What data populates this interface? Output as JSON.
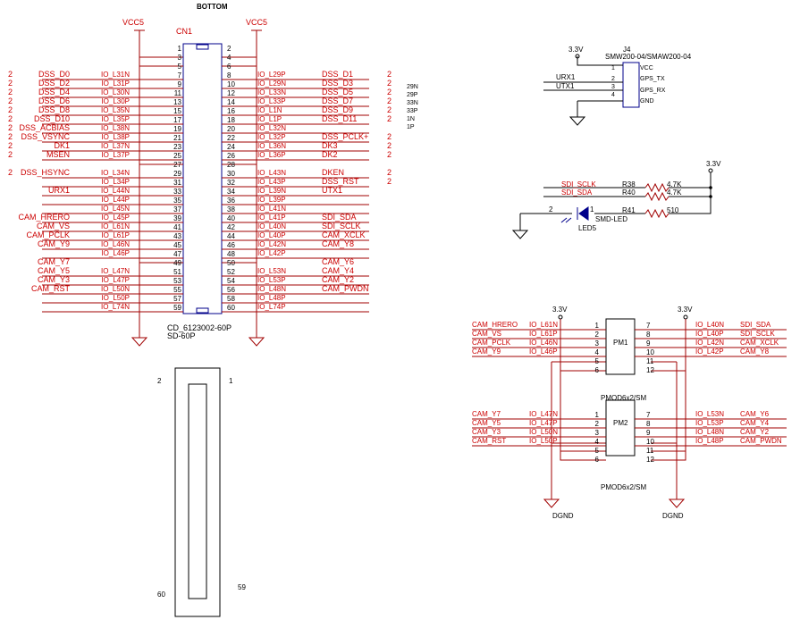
{
  "title": "BOTTOM",
  "cn1": {
    "ref": "CN1",
    "part": "CD_6123002-60P",
    "footprint": "SD-60P",
    "vcc_left": "VCC5",
    "vcc_right": "VCC5",
    "pins": [
      [
        "1",
        "2"
      ],
      [
        "3",
        "4"
      ],
      [
        "5",
        "6"
      ],
      [
        "7",
        "8"
      ],
      [
        "9",
        "10"
      ],
      [
        "11",
        "12"
      ],
      [
        "13",
        "14"
      ],
      [
        "15",
        "16"
      ],
      [
        "17",
        "18"
      ],
      [
        "19",
        "20"
      ],
      [
        "21",
        "22"
      ],
      [
        "23",
        "24"
      ],
      [
        "25",
        "26"
      ],
      [
        "27",
        "28"
      ],
      [
        "29",
        "30"
      ],
      [
        "31",
        "32"
      ],
      [
        "33",
        "34"
      ],
      [
        "35",
        "36"
      ],
      [
        "37",
        "38"
      ],
      [
        "39",
        "40"
      ],
      [
        "41",
        "42"
      ],
      [
        "43",
        "44"
      ],
      [
        "45",
        "46"
      ],
      [
        "47",
        "48"
      ],
      [
        "49",
        "50"
      ],
      [
        "51",
        "52"
      ],
      [
        "53",
        "54"
      ],
      [
        "55",
        "56"
      ],
      [
        "57",
        "58"
      ],
      [
        "59",
        "60"
      ]
    ],
    "left_io": [
      "",
      "",
      "",
      "IO_L31N",
      "IO_L31P",
      "IO_L30N",
      "IO_L30P",
      "IO_L35N",
      "IO_L35P",
      "IO_L38N",
      "IO_L38P",
      "IO_L37N",
      "IO_L37P",
      "",
      "IO_L34N",
      "IO_L34P",
      "IO_L44N",
      "IO_L44P",
      "IO_L45N",
      "IO_L45P",
      "IO_L61N",
      "IO_L61P",
      "IO_L46N",
      "IO_L46P",
      "",
      "IO_L47N",
      "IO_L47P",
      "IO_L50N",
      "IO_L50P",
      "IO_L74N"
    ],
    "right_io": [
      "",
      "",
      "",
      "IO_L29P",
      "IO_L29N",
      "IO_L33N",
      "IO_L33P",
      "IO_L1N",
      "IO_L1P",
      "IO_L32N",
      "IO_L32P",
      "IO_L36N",
      "IO_L36P",
      "",
      "IO_L43N",
      "IO_L43P",
      "IO_L39N",
      "IO_L39P",
      "IO_L41N",
      "IO_L41P",
      "IO_L40N",
      "IO_L40P",
      "IO_L42N",
      "IO_L42P",
      "",
      "IO_L53N",
      "IO_L53P",
      "IO_L48N",
      "IO_L48P",
      "IO_L74P"
    ],
    "left_nets": [
      "",
      "",
      "",
      "DSS_D0",
      "DSS_D2",
      "DSS_D4",
      "DSS_D6",
      "DSS_D8",
      "DSS_D10",
      "DSS_ACBIAS",
      "DSS_VSYNC",
      "DK1",
      "MSEN",
      "",
      "DSS_HSYNC",
      "",
      "URX1",
      "",
      "",
      "CAM_HRERO",
      "CAM_VS",
      "CAM_PCLK",
      "CAM_Y9",
      "",
      "CAM_Y7",
      "CAM_Y5",
      "CAM_Y3",
      "CAM_RST",
      "",
      ""
    ],
    "left_sheet": [
      "",
      "",
      "",
      "2",
      "2",
      "2",
      "2",
      "2",
      "2",
      "2",
      "2",
      "2",
      "2",
      "",
      "2",
      "",
      "",
      "",
      "",
      "",
      "",
      "",
      "",
      "",
      "",
      "",
      "",
      "",
      "",
      ""
    ],
    "right_nets": [
      "",
      "",
      "",
      "DSS_D1",
      "DSS_D3",
      "DSS_D5",
      "DSS_D7",
      "DSS_D9",
      "DSS_D11",
      "",
      "DSS_PCLK+",
      "DK3",
      "DK2",
      "",
      "DKEN",
      "DSS_RST",
      "UTX1",
      "",
      "",
      "SDI_SDA",
      "SDI_SCLK",
      "CAM_XCLK",
      "CAM_Y8",
      "",
      "CAM_Y6",
      "CAM_Y4",
      "CAM_Y2",
      "CAM_PWDN",
      "",
      ""
    ],
    "right_sheet": [
      "",
      "",
      "",
      "2",
      "2",
      "2",
      "2",
      "2",
      "2",
      "",
      "2",
      "2",
      "2",
      "",
      "2",
      "2",
      "",
      "",
      "",
      "",
      "",
      "",
      "",
      "",
      "",
      "",
      "",
      "",
      "",
      ""
    ]
  },
  "port_list": [
    "29N",
    "29P",
    "33N",
    "33P",
    "1N",
    "1P"
  ],
  "j4": {
    "ref": "J4",
    "part": "SMW200-04/SMAW200-04",
    "supply": "3.3V",
    "pins": [
      "1",
      "2",
      "3",
      "4"
    ],
    "names": [
      "VCC",
      "GPS_TX",
      "GPS_RX",
      "GND"
    ],
    "nets": [
      "",
      "URX1",
      "UTX1",
      ""
    ]
  },
  "led": {
    "supply": "3.3V",
    "sclk": "SDI_SCLK",
    "sda": "SDI_SDA",
    "r38": "R38",
    "r38_val": "4.7K",
    "r40": "R40",
    "r40_val": "4.7K",
    "r41": "R41",
    "r41_val": "510",
    "pin2": "2",
    "pin1": "1",
    "led_part": "SMD-LED",
    "led_ref": "LED5"
  },
  "pm1": {
    "ref": "PM1",
    "part": "PMOD6x2/SM",
    "supply_left": "3.3V",
    "supply_right": "3.3V",
    "left_pins": [
      "1",
      "2",
      "3",
      "4",
      "5",
      "6"
    ],
    "right_pins": [
      "7",
      "8",
      "9",
      "10",
      "11",
      "12"
    ],
    "left_nets": [
      "CAM_HRERO",
      "CAM_VS",
      "CAM_PCLK",
      "CAM_Y9"
    ],
    "left_io": [
      "IO_L61N",
      "IO_L61P",
      "IO_L46N",
      "IO_L46P"
    ],
    "right_io": [
      "IO_L40N",
      "IO_L40P",
      "IO_L42N",
      "IO_L42P"
    ],
    "right_nets": [
      "SDI_SDA",
      "SDI_SCLK",
      "CAM_XCLK",
      "CAM_Y8"
    ]
  },
  "pm2": {
    "ref": "PM2",
    "part": "PMOD6x2/SM",
    "gnd_left": "DGND",
    "gnd_right": "DGND",
    "left_pins": [
      "1",
      "2",
      "3",
      "4",
      "5",
      "6"
    ],
    "right_pins": [
      "7",
      "8",
      "9",
      "10",
      "11",
      "12"
    ],
    "left_nets": [
      "CAM_Y7",
      "CAM_Y5",
      "CAM_Y3",
      "CAM_RST"
    ],
    "left_io": [
      "IO_L47N",
      "IO_L47P",
      "IO_L50N",
      "IO_L50P"
    ],
    "right_io": [
      "IO_L53N",
      "IO_L53P",
      "IO_L48N",
      "IO_L48P"
    ],
    "right_nets": [
      "CAM_Y6",
      "CAM_Y4",
      "CAM_Y2",
      "CAM_PWDN"
    ]
  },
  "footprint_outline": {
    "pin_tl": "2",
    "pin_tr": "1",
    "pin_bl": "60",
    "pin_br": "59"
  }
}
